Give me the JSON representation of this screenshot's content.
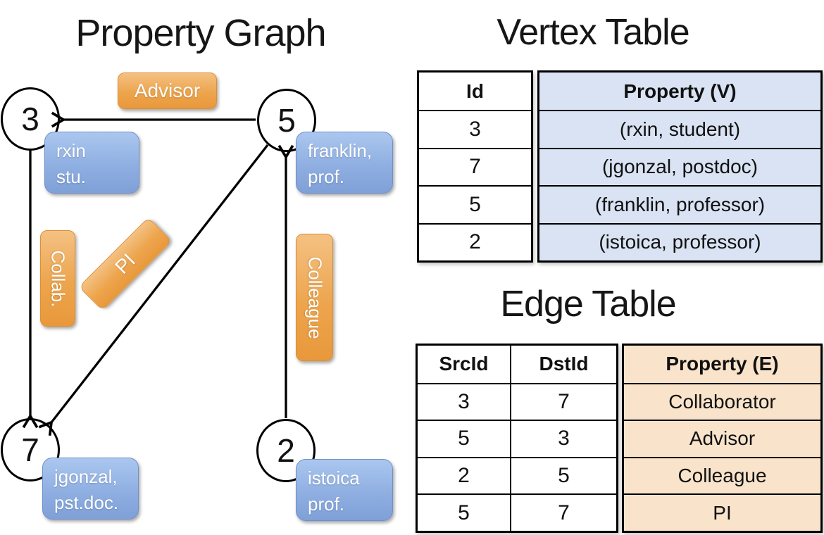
{
  "colors": {
    "edge_label_orange": "#e9983b",
    "vertex_box_blue": "#8fafe2",
    "vertex_property_bg": "#dae3f3",
    "edge_property_bg": "#f9e4cb",
    "line_black": "#000000"
  },
  "graph": {
    "title": "Property Graph",
    "nodes": [
      {
        "id": "3",
        "lines": [
          "rxin",
          "stu."
        ]
      },
      {
        "id": "5",
        "lines": [
          "franklin,",
          "prof."
        ]
      },
      {
        "id": "7",
        "lines": [
          "jgonzal,",
          "pst.doc."
        ]
      },
      {
        "id": "2",
        "lines": [
          "istoica",
          "prof."
        ]
      }
    ],
    "edge_labels": [
      {
        "text": "Advisor"
      },
      {
        "text": "Collab."
      },
      {
        "text": "PI"
      },
      {
        "text": "Colleague"
      }
    ]
  },
  "vertex_table": {
    "title": "Vertex Table",
    "headers": {
      "id": "Id",
      "property": "Property (V)"
    },
    "rows": [
      {
        "id": "3",
        "property": "(rxin, student)"
      },
      {
        "id": "7",
        "property": "(jgonzal, postdoc)"
      },
      {
        "id": "5",
        "property": "(franklin, professor)"
      },
      {
        "id": "2",
        "property": "(istoica, professor)"
      }
    ]
  },
  "edge_table": {
    "title": "Edge Table",
    "headers": {
      "src": "SrcId",
      "dst": "DstId",
      "property": "Property (E)"
    },
    "rows": [
      {
        "src": "3",
        "dst": "7",
        "property": "Collaborator"
      },
      {
        "src": "5",
        "dst": "3",
        "property": "Advisor"
      },
      {
        "src": "2",
        "dst": "5",
        "property": "Colleague"
      },
      {
        "src": "5",
        "dst": "7",
        "property": "PI"
      }
    ]
  }
}
